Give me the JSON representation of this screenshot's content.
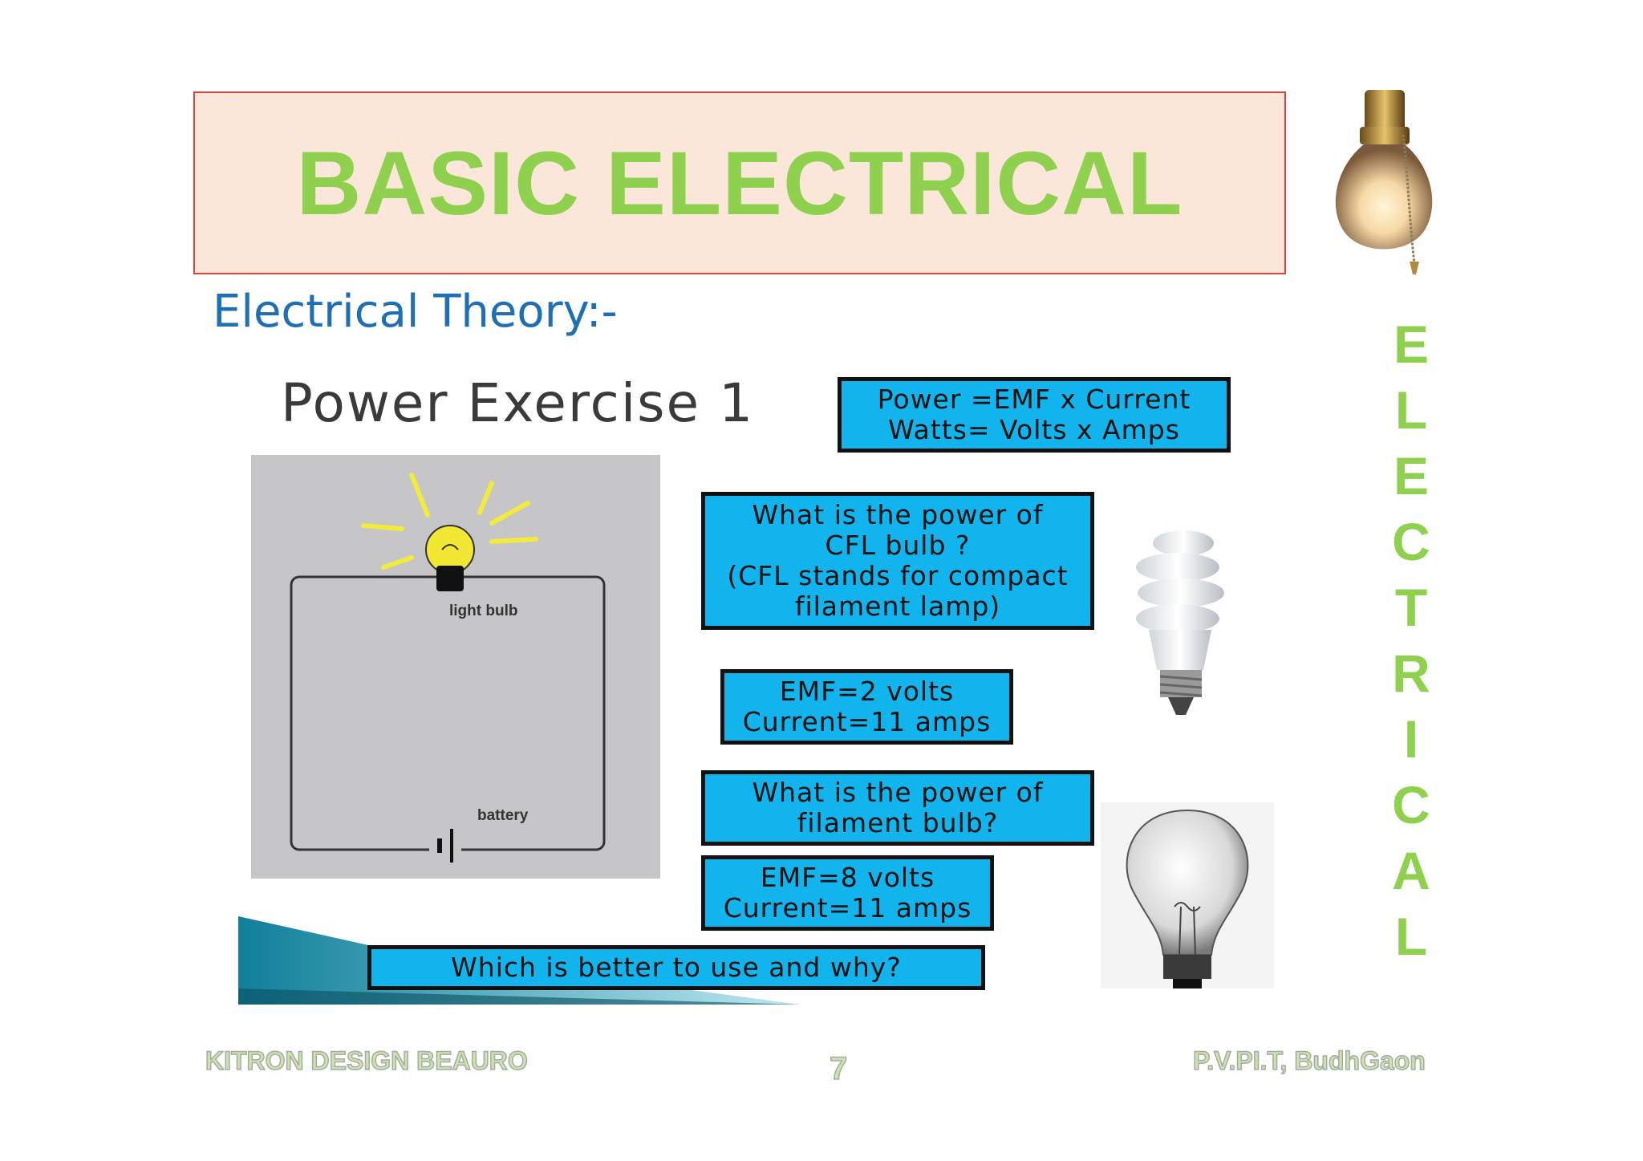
{
  "title": "BASIC ELECTRICAL",
  "section_heading": "Electrical Theory:-",
  "vertical_letters": [
    "E",
    "L",
    "E",
    "C",
    "T",
    "R",
    "I",
    "C",
    "A",
    "L"
  ],
  "exercise": {
    "title": "Power Exercise 1",
    "formula_lines": [
      "Power =EMF x Current",
      "Watts= Volts x Amps"
    ],
    "cfl_question_lines": [
      "What is the power of",
      "CFL bulb ?",
      "(CFL stands for compact",
      "filament lamp)"
    ],
    "cfl_values_lines": [
      "EMF=2 volts",
      "Current=11 amps"
    ],
    "filament_question_lines": [
      "What is the power of",
      "filament bulb?"
    ],
    "filament_values_lines": [
      "EMF=8 volts",
      "Current=11 amps"
    ],
    "final_question": "Which is better to use and why?"
  },
  "circuit": {
    "bulb_label": "light bulb",
    "battery_label": "battery"
  },
  "footer": {
    "left": "KITRON DESIGN BEAURO",
    "page_number": "7",
    "right": "P.V.PI.T, BudhGaon"
  },
  "colors": {
    "title_green": "#8fd14f",
    "banner_bg": "#fbe6da",
    "banner_border": "#e0403a",
    "heading_blue": "#1f6fb4",
    "box_blue": "#12b4ee"
  }
}
